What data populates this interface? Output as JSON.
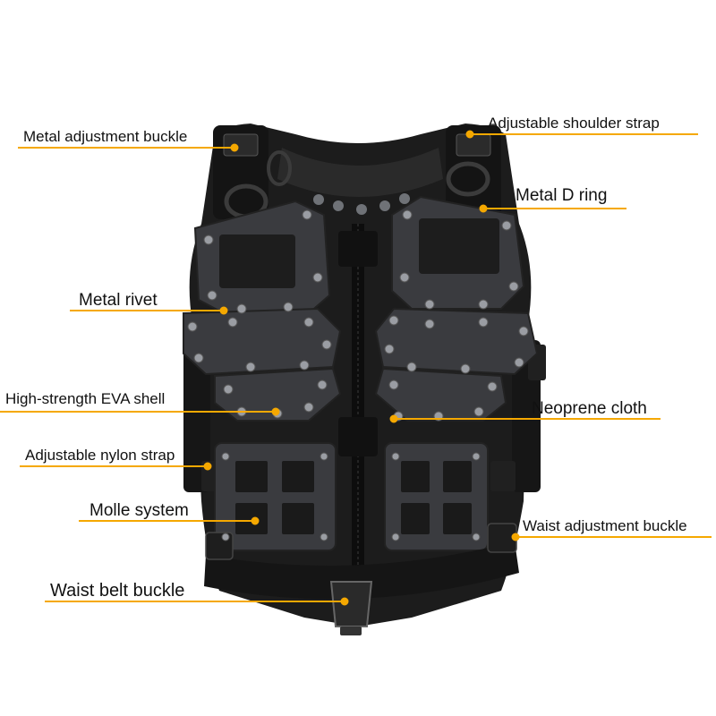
{
  "figure": {
    "subject": "tactical vest product diagram",
    "accent_color": "#f5a800",
    "vest_color": "#1c1c1c",
    "plate_color": "#3a3b3f",
    "rivet_color": "#9a9da3"
  },
  "callouts": [
    {
      "id": "metal-adjustment-buckle",
      "text": "Metal adjustment buckle"
    },
    {
      "id": "adjustable-shoulder-strap",
      "text": "Adjustable shoulder strap"
    },
    {
      "id": "metal-d-ring",
      "text": "Metal D ring"
    },
    {
      "id": "metal-rivet",
      "text": "Metal rivet"
    },
    {
      "id": "high-strength-eva-shell",
      "text": "High-strength EVA shell"
    },
    {
      "id": "neoprene-cloth",
      "text": "Neoprene cloth"
    },
    {
      "id": "adjustable-nylon-strap",
      "text": "Adjustable nylon strap"
    },
    {
      "id": "molle-system",
      "text": "Molle system"
    },
    {
      "id": "waist-adjustment-buckle",
      "text": "Waist adjustment buckle"
    },
    {
      "id": "waist-belt-buckle",
      "text": "Waist belt buckle"
    }
  ]
}
